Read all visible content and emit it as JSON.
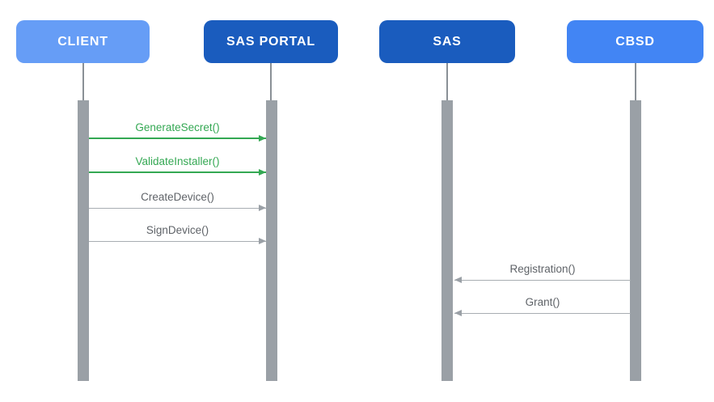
{
  "diagram": {
    "type": "sequence-diagram",
    "actors": [
      {
        "id": "client",
        "label": "CLIENT",
        "color": "#669df6"
      },
      {
        "id": "sas-portal",
        "label": "SAS PORTAL",
        "color": "#1a5cbe"
      },
      {
        "id": "sas",
        "label": "SAS",
        "color": "#1a5cbe"
      },
      {
        "id": "cbsd",
        "label": "CBSD",
        "color": "#4285f4"
      }
    ],
    "messages": [
      {
        "label": "GenerateSecret()",
        "from": "CLIENT",
        "to": "SAS PORTAL",
        "direction": "right",
        "text_color": "#34a853",
        "line_color": "#34a853",
        "head_color": "#34a853"
      },
      {
        "label": "ValidateInstaller()",
        "from": "CLIENT",
        "to": "SAS PORTAL",
        "direction": "right",
        "text_color": "#34a853",
        "line_color": "#34a853",
        "head_color": "#34a853"
      },
      {
        "label": "CreateDevice()",
        "from": "CLIENT",
        "to": "SAS PORTAL",
        "direction": "right",
        "text_color": "#5f6368",
        "line_color": "#a8adb2",
        "head_color": "#9aa0a6"
      },
      {
        "label": "SignDevice()",
        "from": "CLIENT",
        "to": "SAS PORTAL",
        "direction": "right",
        "text_color": "#5f6368",
        "line_color": "#a8adb2",
        "head_color": "#9aa0a6"
      },
      {
        "label": "Registration()",
        "from": "CBSD",
        "to": "SAS",
        "direction": "left",
        "text_color": "#5f6368",
        "line_color": "#a8adb2",
        "head_color": "#9aa0a6"
      },
      {
        "label": "Grant()",
        "from": "CBSD",
        "to": "SAS",
        "direction": "left",
        "text_color": "#5f6368",
        "line_color": "#a8adb2",
        "head_color": "#9aa0a6"
      }
    ],
    "palette": {
      "background": "#ffffff",
      "activation_bar": "#9aa0a6",
      "lifeline": "#8a9096",
      "green_accent": "#34a853",
      "gray_text": "#5f6368"
    }
  }
}
